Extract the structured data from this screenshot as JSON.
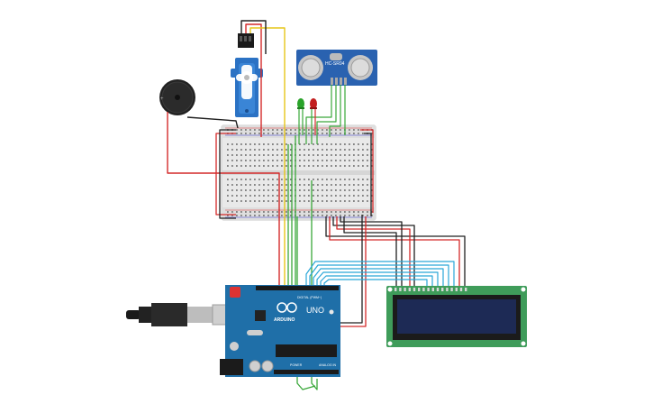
{
  "ultrasonic": {
    "model_label": "HC-SR04"
  },
  "arduino": {
    "brand_label": "ARDUINO",
    "model_label": "UNO",
    "digital_label": "DIGITAL (PWM~)",
    "analog_label": "ANALOG IN",
    "power_label": "POWER"
  },
  "colors": {
    "wire_red": "#d42a2a",
    "wire_black": "#202020",
    "wire_green": "#3aa83a",
    "wire_yellow": "#e6c619",
    "wire_blue": "#2aa6d8",
    "arduino_board": "#1f6fa8",
    "lcd_board": "#3f9c5a",
    "lcd_screen": "#1d2a55",
    "sensor_board": "#2a62b0",
    "servo_body": "#2b72c4",
    "breadboard": "#e6e6e6"
  }
}
